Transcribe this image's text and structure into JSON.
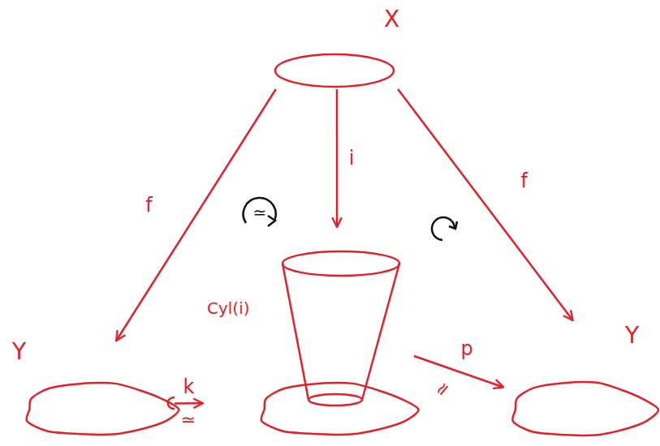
{
  "diagram": {
    "nodes": [
      {
        "text": [
          "X"
        ]
      },
      {
        "text": [
          "Y"
        ]
      },
      {
        "text": [
          "Cyl(i)"
        ]
      },
      {
        "text": [
          "Y"
        ]
      }
    ],
    "edges": [
      {
        "from": 0,
        "to": 1,
        "arrow": "to",
        "label": "f"
      },
      {
        "from": 0,
        "to": 2,
        "arrow": "to",
        "label": "i"
      },
      {
        "from": 0,
        "to": 3,
        "arrow": "to",
        "label": "f"
      },
      {
        "from": 1,
        "to": 2,
        "arrow": "to",
        "label": "k"
      },
      {
        "from": 2,
        "to": 3,
        "arrow": "to",
        "label": "p"
      }
    ],
    "labels": [
      "≃",
      "≃",
      "≃"
    ]
  }
}
